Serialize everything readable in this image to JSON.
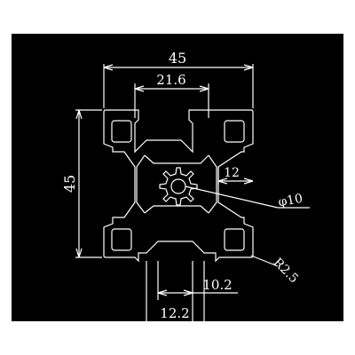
{
  "background_color": "#000000",
  "line_color": "#ffffff",
  "dimensions": {
    "overall_width": "45",
    "slot_top_width": "21.6",
    "overall_height": "45",
    "inner_offset": "12",
    "center_hole": "φ10",
    "corner_radius": "R2.5",
    "slot_opening": "10.2",
    "slot_width": "12.2"
  }
}
